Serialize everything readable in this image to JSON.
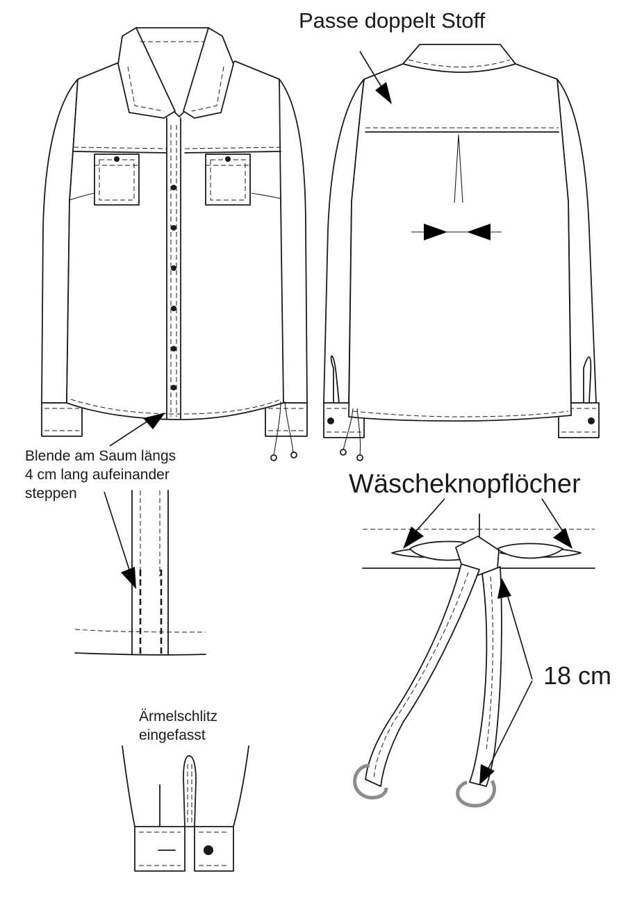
{
  "annotations": {
    "passe": "Passe doppelt Stoff",
    "blende": [
      "Blende am Saum längs",
      "4 cm lang aufeinander",
      "steppen"
    ],
    "knopfloecher": "Wäscheknopflöcher",
    "measure": "18 cm",
    "schlitz": [
      "Ärmelschlitz",
      "eingefasst"
    ]
  },
  "colors": {
    "line": "#1a1a1a",
    "arrow": "#000000",
    "ring": "#8c8c8c",
    "background": "#ffffff"
  }
}
